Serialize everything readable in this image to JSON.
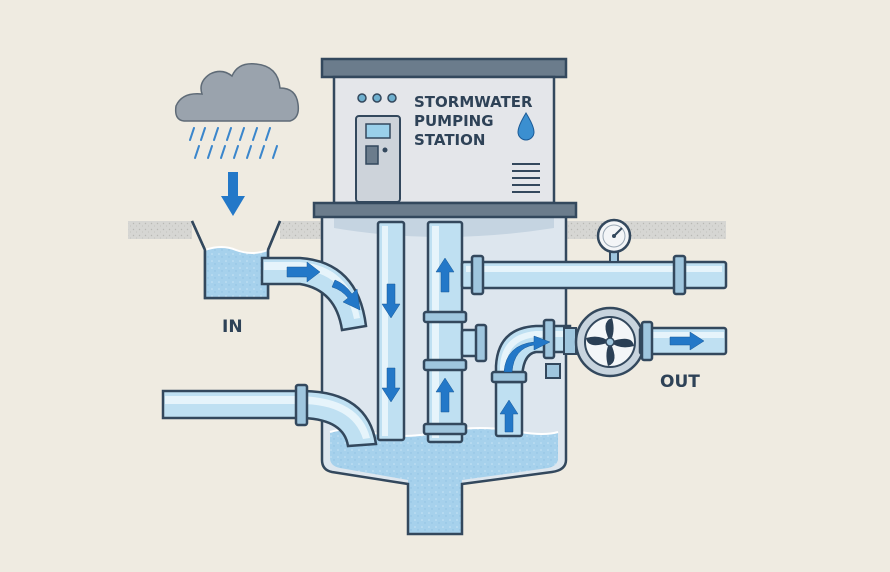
{
  "title_lines": [
    "STORMWATER",
    "PUMPING",
    "STATION"
  ],
  "labels": {
    "inlet": "IN",
    "outlet": "OUT"
  },
  "icons": [
    "rain-cloud-icon",
    "water-drop-icon",
    "pressure-gauge-icon",
    "pump-impeller-icon"
  ],
  "colors": {
    "background": "#efebe1",
    "water": "#a9d4ee",
    "pipe": "#bfe0f2",
    "arrow": "#2378c8",
    "outline": "#33485d",
    "housing": "#e4e6ea"
  }
}
